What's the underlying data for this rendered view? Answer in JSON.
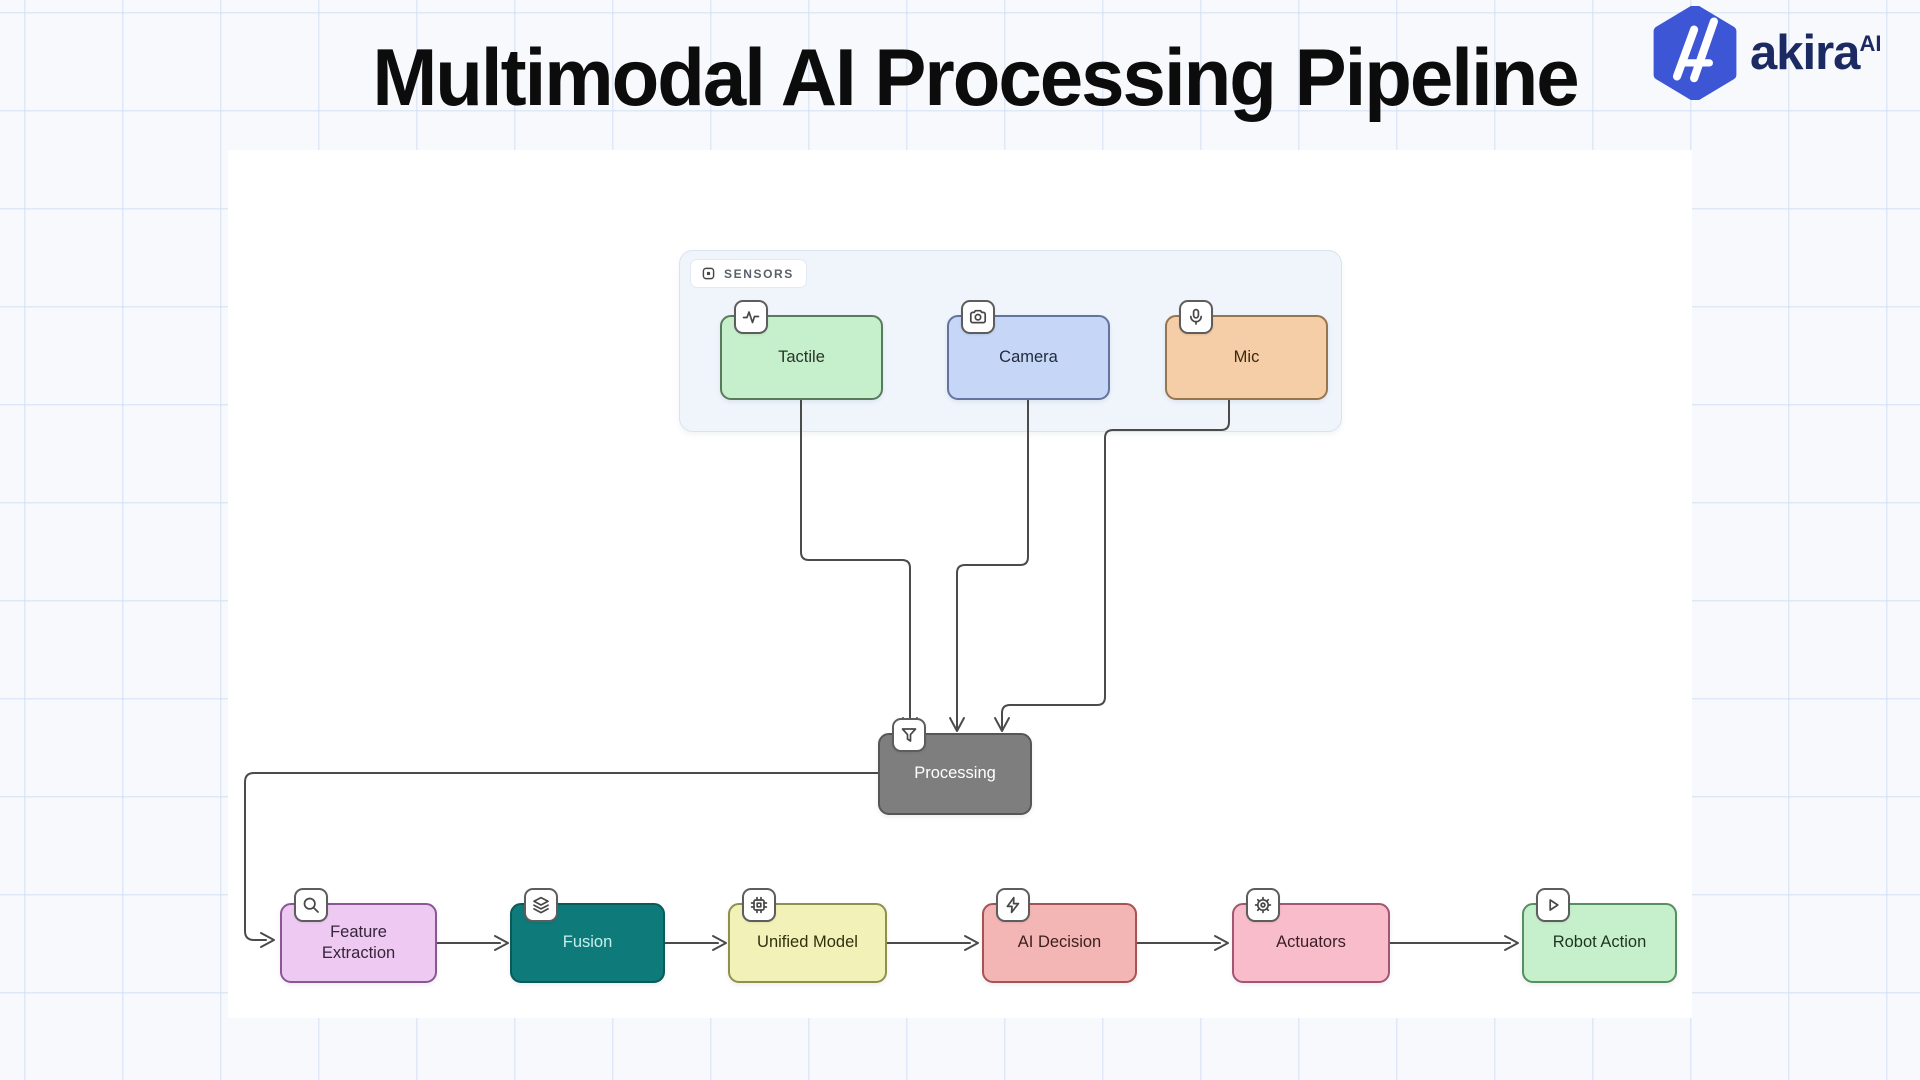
{
  "title": "Multimodal AI Processing Pipeline",
  "logo": {
    "brand": "akira",
    "suffix": "AI"
  },
  "colors": {
    "edge": "#4b4b4b",
    "logo_blue": "#3d56d6",
    "logo_text": "#1b2a63",
    "icon_stroke": "#474747",
    "group_fill": "#eff5fb",
    "group_border": "#d8e3ef"
  },
  "sensors_group": {
    "label": "SENSORS",
    "icon": "chip-icon"
  },
  "nodes": [
    {
      "id": "tactile",
      "label": "Tactile",
      "icon": "activity-icon",
      "fill": "#c6f0cc",
      "stroke": "#5a7a5e",
      "text": "#28332a"
    },
    {
      "id": "camera",
      "label": "Camera",
      "icon": "camera-icon",
      "fill": "#c5d6f7",
      "stroke": "#64749f",
      "text": "#222b3d"
    },
    {
      "id": "mic",
      "label": "Mic",
      "icon": "mic-icon",
      "fill": "#f5cda7",
      "stroke": "#97764f",
      "text": "#38290f"
    },
    {
      "id": "processing",
      "label": "Processing",
      "icon": "filter-icon",
      "fill": "#7e7e7e",
      "stroke": "#565656",
      "text": "#ffffff"
    },
    {
      "id": "feature_extraction",
      "label": "Feature Extraction",
      "icon": "search-icon",
      "fill": "#eecaf2",
      "stroke": "#8a5794",
      "text": "#35243a"
    },
    {
      "id": "fusion",
      "label": "Fusion",
      "icon": "layers-icon",
      "fill": "#0e7a7a",
      "stroke": "#0a5a5a",
      "text": "#c5efec"
    },
    {
      "id": "unified_model",
      "label": "Unified Model",
      "icon": "cpu-icon",
      "fill": "#f2f2b8",
      "stroke": "#90904d",
      "text": "#30300f"
    },
    {
      "id": "ai_decision",
      "label": "AI Decision",
      "icon": "zap-icon",
      "fill": "#f4b5b5",
      "stroke": "#a65353",
      "text": "#3c1e1e"
    },
    {
      "id": "actuators",
      "label": "Actuators",
      "icon": "gear-icon",
      "fill": "#f8bcca",
      "stroke": "#a25672",
      "text": "#3a1e27"
    },
    {
      "id": "robot_action",
      "label": "Robot Action",
      "icon": "play-icon",
      "fill": "#c6f0cc",
      "stroke": "#578f5e",
      "text": "#1e3421"
    }
  ],
  "edges": [
    {
      "from": "tactile",
      "to": "processing"
    },
    {
      "from": "camera",
      "to": "processing"
    },
    {
      "from": "mic",
      "to": "processing"
    },
    {
      "from": "processing",
      "to": "feature_extraction"
    },
    {
      "from": "feature_extraction",
      "to": "fusion"
    },
    {
      "from": "fusion",
      "to": "unified_model"
    },
    {
      "from": "unified_model",
      "to": "ai_decision"
    },
    {
      "from": "ai_decision",
      "to": "actuators"
    },
    {
      "from": "actuators",
      "to": "robot_action"
    }
  ]
}
